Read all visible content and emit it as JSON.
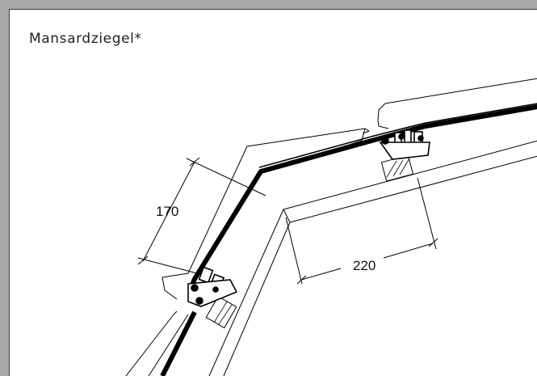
{
  "drawing": {
    "title": "Mansardziegel*",
    "dimensions": {
      "lower_tile_length": "170",
      "upper_spacing": "220"
    }
  },
  "colors": {
    "background": "#a9a9a9",
    "sheet": "#ffffff",
    "line": "#000000"
  }
}
